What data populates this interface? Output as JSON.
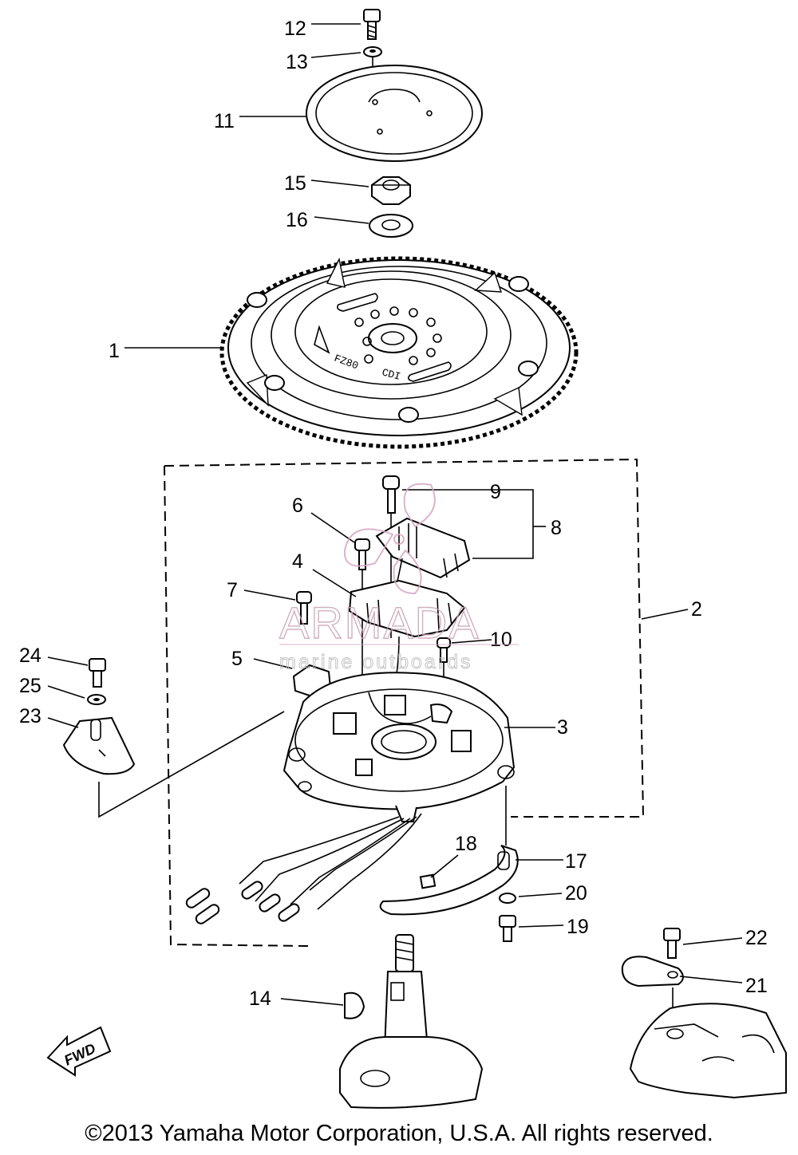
{
  "callouts": [
    {
      "id": "12",
      "label": "12"
    },
    {
      "id": "13",
      "label": "13"
    },
    {
      "id": "11",
      "label": "11"
    },
    {
      "id": "15",
      "label": "15"
    },
    {
      "id": "16",
      "label": "16"
    },
    {
      "id": "1",
      "label": "1"
    },
    {
      "id": "9",
      "label": "9"
    },
    {
      "id": "8",
      "label": "8"
    },
    {
      "id": "6",
      "label": "6"
    },
    {
      "id": "4",
      "label": "4"
    },
    {
      "id": "7",
      "label": "7"
    },
    {
      "id": "2",
      "label": "2"
    },
    {
      "id": "10",
      "label": "10"
    },
    {
      "id": "5",
      "label": "5"
    },
    {
      "id": "24",
      "label": "24"
    },
    {
      "id": "25",
      "label": "25"
    },
    {
      "id": "23",
      "label": "23"
    },
    {
      "id": "3",
      "label": "3"
    },
    {
      "id": "18",
      "label": "18"
    },
    {
      "id": "17",
      "label": "17"
    },
    {
      "id": "20",
      "label": "20"
    },
    {
      "id": "19",
      "label": "19"
    },
    {
      "id": "22",
      "label": "22"
    },
    {
      "id": "21",
      "label": "21"
    },
    {
      "id": "14",
      "label": "14"
    }
  ],
  "part_markings": {
    "model": "FZ80",
    "type": "CDI"
  },
  "direction_marker": "FWD",
  "watermark": {
    "brand": "ARMADA",
    "tagline": "marine outboards",
    "color": "#c9a3b6"
  },
  "copyright": "©2013 Yamaha Motor Corporation, U.S.A. All rights reserved."
}
